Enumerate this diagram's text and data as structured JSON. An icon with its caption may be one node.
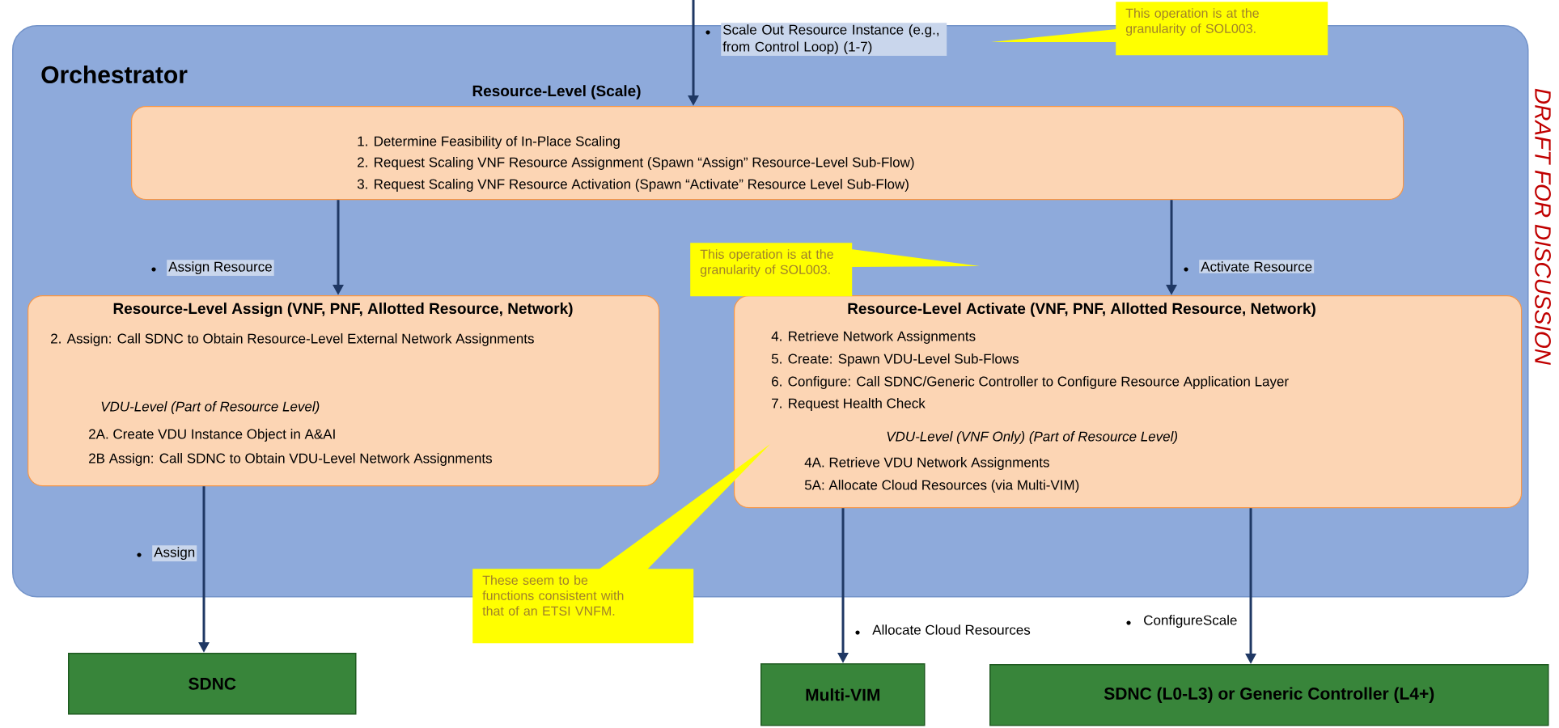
{
  "diagram": {
    "nodes": [
      {
        "text": [
          "Orchestrator"
        ]
      },
      {
        "text": [
          "Resource-Level (Scale)",
          "1. Determine Feasibility of In-Place Scaling",
          "2. Request Scaling VNF Resource Assignment (Spawn “Assign” Resource-Level Sub-Flow)",
          "3. Request Scaling VNF Resource Activation (Spawn “Activate” Resource Level Sub-Flow)"
        ],
        "in": 0
      },
      {
        "text": [
          "Resource-Level Assign (VNF, PNF, Allotted Resource, Network)",
          "2. Assign: Call SDNC to Obtain Resource-Level External Network Assignments",
          "VDU-Level (Part of Resource Level)",
          "2A. Create VDU Instance Object in A&AI",
          "2B Assign: Call SDNC to Obtain VDU-Level Network Assignments"
        ],
        "in": 0
      },
      {
        "text": [
          "Resource-Level Activate (VNF, PNF, Allotted Resource, Network)",
          "4. Retrieve Network Assignments",
          "5. Create: Spawn VDU-Level Sub-Flows",
          "6. Configure: Call SDNC/Generic Controller to Configure Resource Application Layer",
          "7. Request Health Check",
          "VDU-Level (VNF Only) (Part of Resource Level)",
          "4A. Retrieve VDU Network Assignments",
          "5A: Allocate Cloud Resources (via Multi-VIM)"
        ],
        "in": 0
      },
      {
        "text": [
          "SDNC"
        ]
      },
      {
        "text": [
          "Multi-VIM"
        ]
      },
      {
        "text": [
          "SDNC (L0-L3) or Generic Controller (L4+)"
        ]
      },
      {
        "text": [
          "This operation is at the granularity of SOL003."
        ]
      },
      {
        "text": [
          "This operation is at the granularity of SOL003."
        ],
        "in": 0
      },
      {
        "text": [
          "These seem to be functions consistent with that of an ETSI VNFM."
        ]
      }
    ],
    "edges": [
      {
        "from": null,
        "to": 1,
        "arrow": "to",
        "label": "Scale Out Resource Instance (e.g., from Control Loop) (1-7)"
      },
      {
        "from": 1,
        "to": 2,
        "arrow": "to",
        "label": "Assign Resource"
      },
      {
        "from": 1,
        "to": 3,
        "arrow": "to",
        "label": "Activate Resource"
      },
      {
        "from": 2,
        "to": 4,
        "arrow": "to",
        "label": "Assign"
      },
      {
        "from": 3,
        "to": 5,
        "arrow": "to",
        "label": "Allocate Cloud Resources"
      },
      {
        "from": 3,
        "to": 6,
        "arrow": "to",
        "label": "ConfigureScale"
      }
    ],
    "labels": [
      "DRAFT FOR DISCUSSION"
    ]
  }
}
